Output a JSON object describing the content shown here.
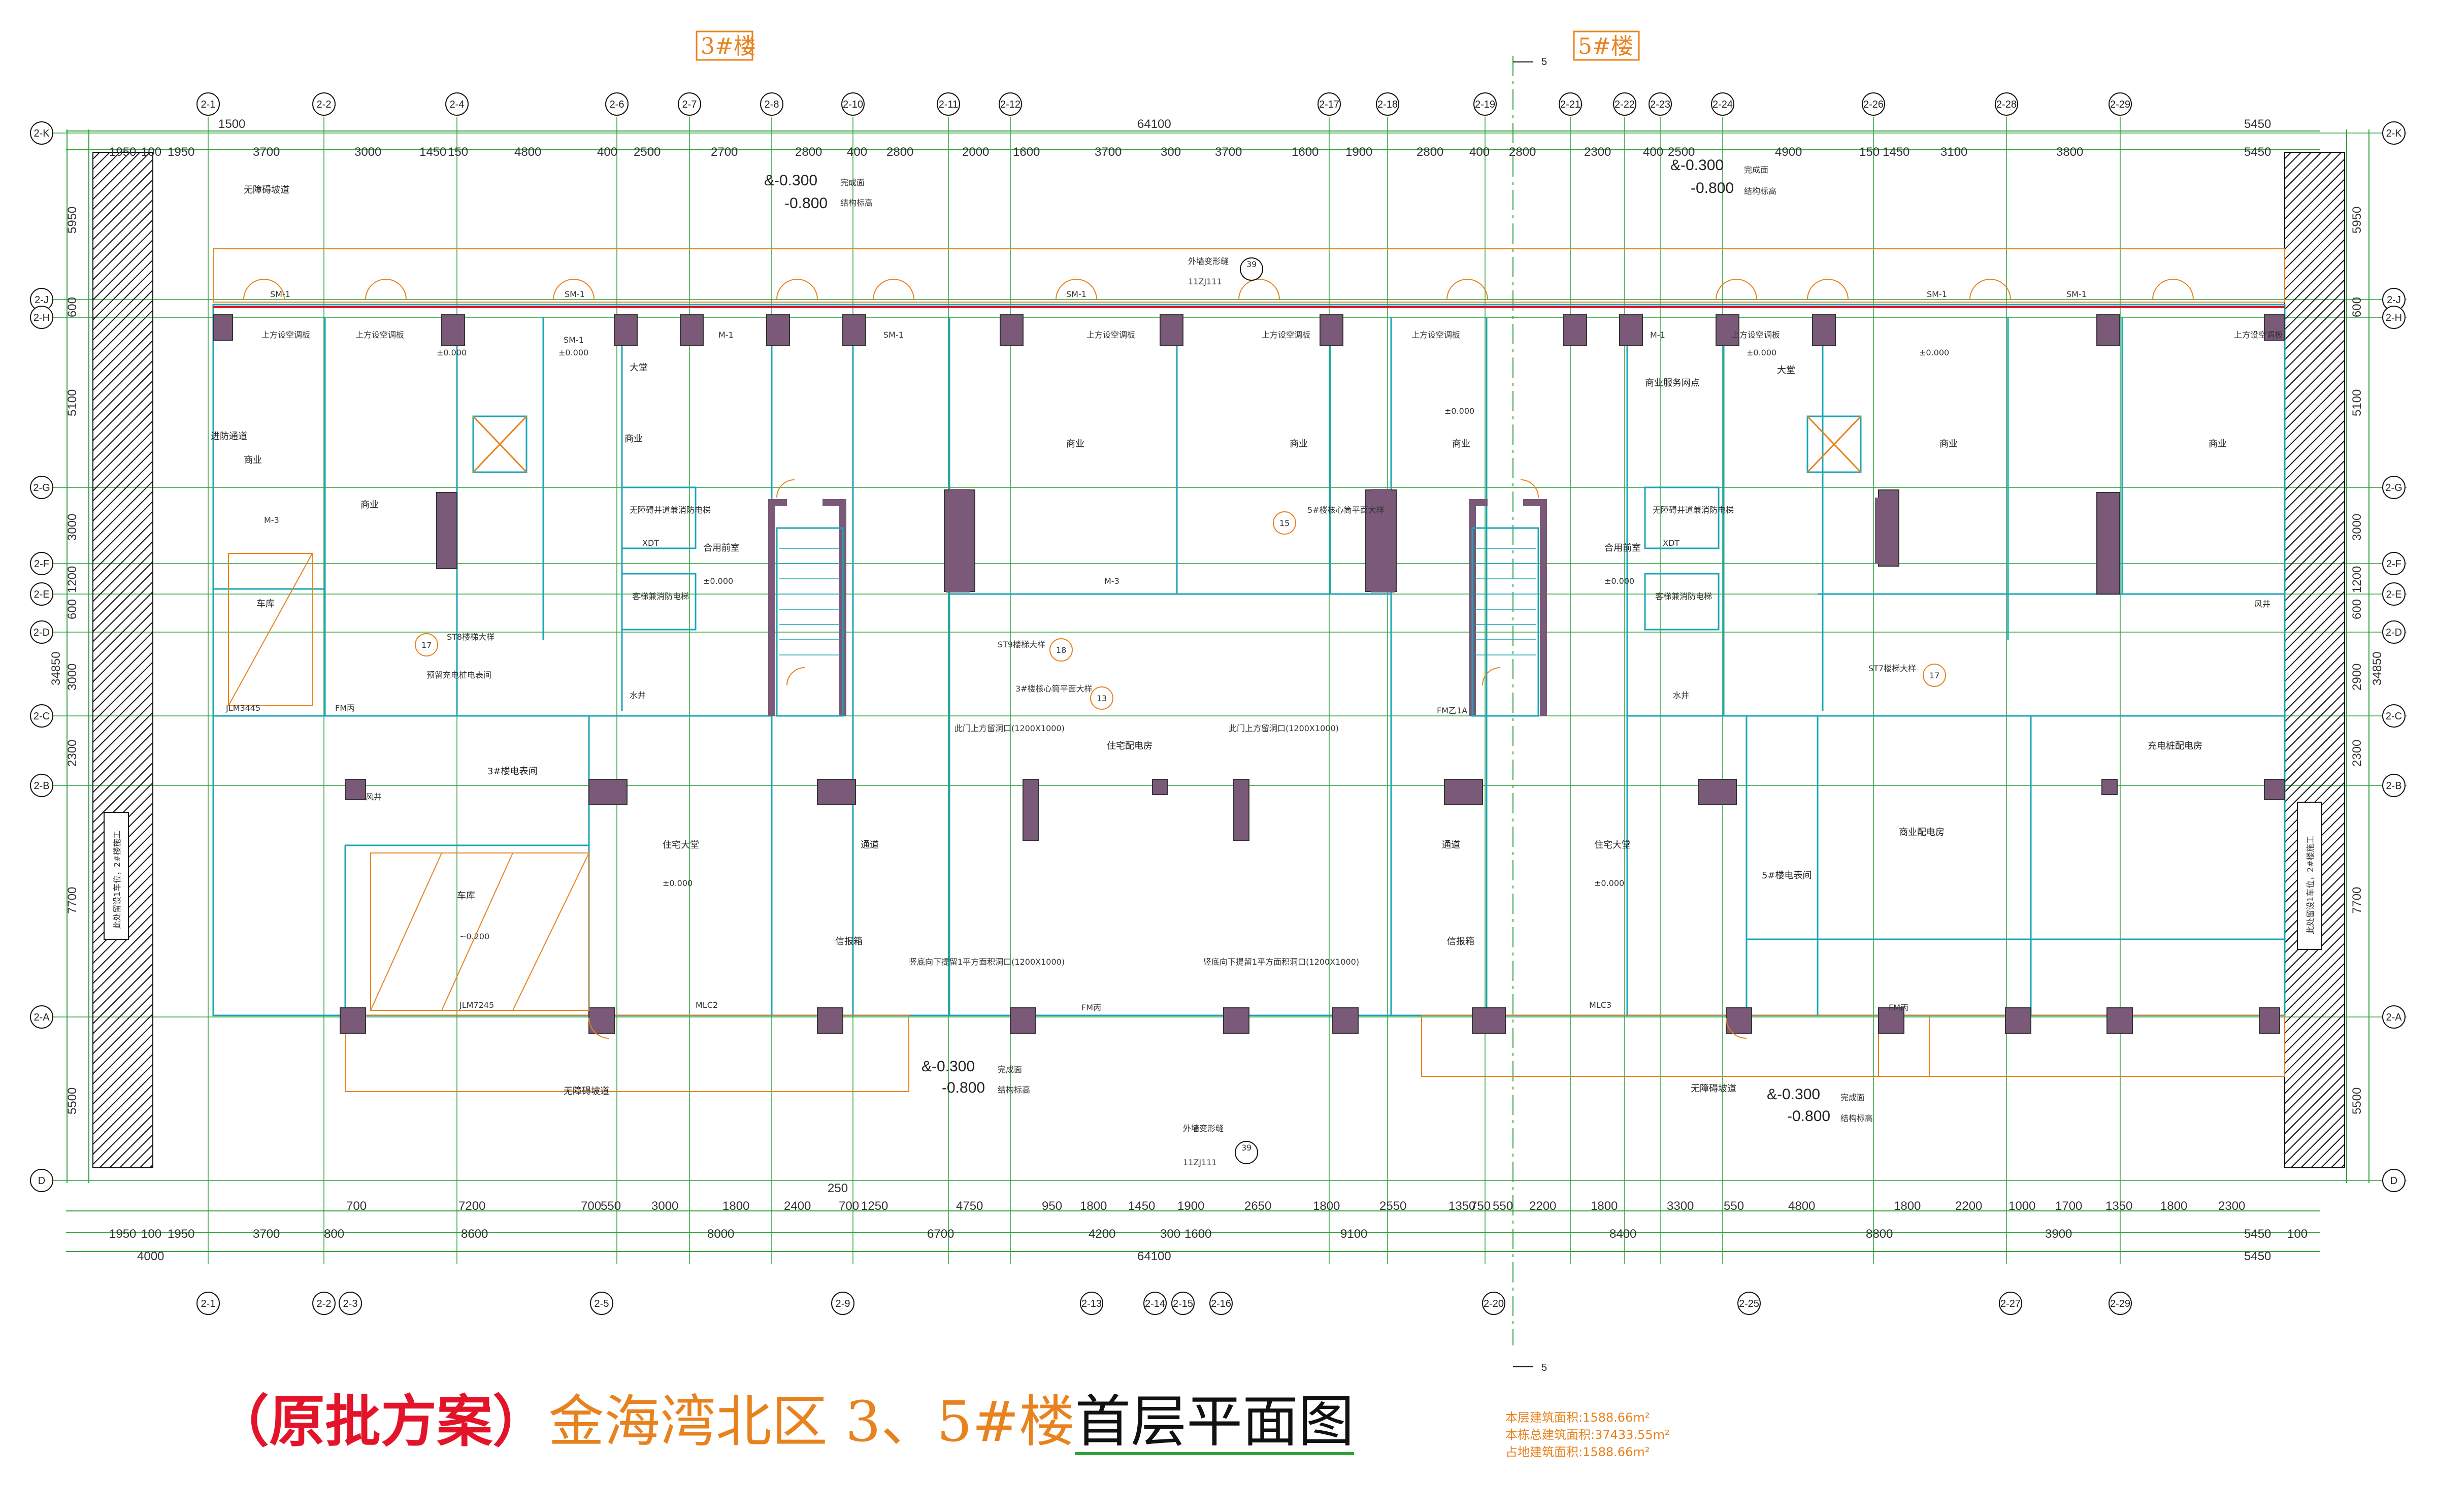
{
  "buildings": {
    "left": "3#楼",
    "right": "5#楼"
  },
  "section_mark": "5",
  "title": {
    "prefix": "（原批方案）",
    "project": "金海湾北区 3、5#楼",
    "drawing": "首层平面图"
  },
  "area_notes": [
    "本层建筑面积:1588.66m²",
    "本栋总建筑面积:37433.55m²",
    "占地建筑面积:1588.66m²"
  ],
  "top_axes": [
    "2-1",
    "2-2",
    "2-4",
    "2-6",
    "2-7",
    "2-8",
    "2-10",
    "2-11",
    "2-12",
    "2-17",
    "2-18",
    "2-19",
    "2-21",
    "2-22",
    "2-23",
    "2-24",
    "2-26",
    "2-28",
    "2-29"
  ],
  "bottom_axes": [
    "2-1",
    "2-2",
    "2-3",
    "2-5",
    "2-9",
    "2-13",
    "2-14",
    "2-15",
    "2-16",
    "2-20",
    "2-25",
    "2-27",
    "2-29"
  ],
  "left_axes": [
    "2-K",
    "2-J",
    "2-H",
    "2-G",
    "2-F",
    "2-E",
    "2-D",
    "2-C",
    "2-B",
    "2-A",
    "D"
  ],
  "dims": {
    "top_total": "64100",
    "top_left_a": "1500",
    "top_right": "5450",
    "top_row": [
      "1950",
      "100",
      "1950",
      "3700",
      "3000",
      "1450",
      "150",
      "4800",
      "400",
      "2500",
      "2700",
      "2800",
      "400",
      "2800",
      "2000",
      "1600",
      "3700",
      "300",
      "3700",
      "1600",
      "1900",
      "2800",
      "400",
      "2800",
      "2300",
      "400",
      "2500",
      "4900",
      "150",
      "1450",
      "3100",
      "3800",
      "5450"
    ],
    "bottom_row1": [
      "700",
      "7200",
      "700",
      "550",
      "3000",
      "1800",
      "2400",
      "700",
      "1250",
      "4750",
      "950",
      "1800",
      "1450",
      "1900",
      "2650",
      "1800",
      "2550",
      "1350",
      "750",
      "550",
      "2200",
      "1800",
      "3300",
      "550",
      "4800",
      "1800",
      "2200",
      "1000",
      "1700",
      "1350",
      "1800",
      "2300"
    ],
    "bottom_row2": [
      "1950",
      "100",
      "1950",
      "3700",
      "800",
      "8600",
      "8000",
      "6700",
      "4200",
      "300",
      "1600",
      "9100",
      "8400",
      "8800",
      "3900",
      "5450",
      "100"
    ],
    "bottom_total": "64100",
    "bottom_left": "4000",
    "bottom_right": "5450",
    "bottom_small": "250",
    "left_row": [
      "5950",
      "600",
      "5100",
      "3000",
      "1200",
      "600",
      "3000",
      "2300",
      "7700",
      "5500"
    ],
    "left_total": "34850",
    "right_row": [
      "5950",
      "600",
      "5100",
      "3000",
      "1200",
      "600",
      "2900",
      "2300",
      "7700",
      "5500"
    ],
    "right_total": "34850"
  },
  "levels": [
    {
      "top": "&-0.300",
      "top_label": "完成面",
      "bottom": "-0.800",
      "bottom_label": "结构标高"
    },
    {
      "top": "&-0.300",
      "top_label": "完成面",
      "bottom": "-0.800",
      "bottom_label": "结构标高"
    },
    {
      "top": "&-0.300",
      "top_label": "完成面",
      "bottom": "-0.800",
      "bottom_label": "结构标高"
    },
    {
      "top": "&-0.300",
      "top_label": "完成面",
      "bottom": "-0.800",
      "bottom_label": "结构标高"
    }
  ],
  "rooms": [
    "商业",
    "商业",
    "商业",
    "大堂",
    "大堂",
    "商业",
    "商业",
    "商业",
    "商业",
    "商业",
    "车库",
    "车库",
    "住宅大堂",
    "住宅大堂",
    "通道",
    "通道",
    "信报箱",
    "信报箱",
    "3#楼电表间",
    "5#楼电表间",
    "商业配电房",
    "充电桩配电房",
    "住宅配电房",
    "合用前室",
    "合用前室",
    "无障碍坡道",
    "无障碍坡道",
    "无障碍坡道",
    "进防通道",
    "商业服务网点"
  ],
  "elev_tags": [
    "±0.000",
    "±0.000",
    "±0.000",
    "±0.000",
    "±0.000",
    "±0.000",
    "±0.000",
    "±0.000",
    "±0.000",
    "~0.200"
  ],
  "labels": [
    "SM-1",
    "M-1",
    "M-3",
    "FM丙",
    "FM乙1A",
    "MLC2",
    "MLC3",
    "JLM3445",
    "JLM7245",
    "XDT",
    "XDT",
    "上方设空调板",
    "外墙变形缝",
    "11ZJ111",
    "无障碍井道兼消防电梯",
    "客梯兼消防电梯",
    "风井",
    "水井",
    "预留充电桩电表间",
    "ST8楼梯大样",
    "ST9楼梯大样",
    "ST7楼梯大样",
    "3#楼核心筒平面大样",
    "5#楼核心筒平面大样",
    "竖底向下提留1平方面积洞口(1200X1000)",
    "此门上方留洞口(1200X1000)"
  ],
  "callouts": [
    "17",
    "17",
    "18",
    "13",
    "15",
    "39",
    "39"
  ],
  "side_notes": [
    "此处留设1车位，2#楼施工",
    "此处留设1车位，2#楼施工"
  ]
}
